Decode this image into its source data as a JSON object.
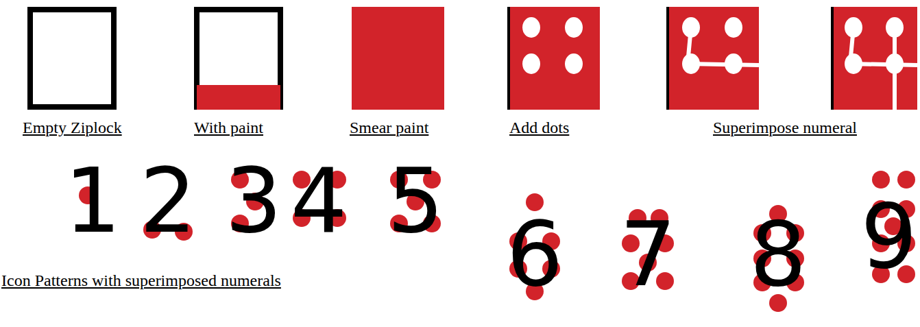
{
  "diagram": {
    "labels": [
      "Empty Ziplock",
      "With paint",
      "Smear paint",
      "Add dots",
      "Superimpose numeral",
      "1",
      "2",
      "3",
      "4",
      "5",
      "6",
      "7",
      "8",
      "9",
      "Icon Patterns with superimposed numerals"
    ]
  }
}
